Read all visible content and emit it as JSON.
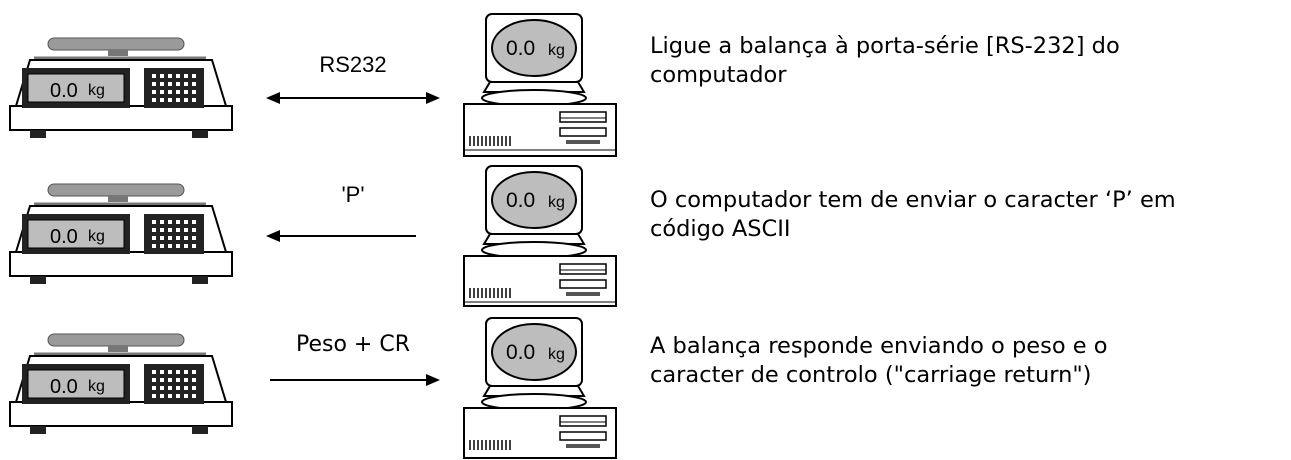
{
  "rows": [
    {
      "scale_display": "0.0",
      "scale_unit": "kg",
      "computer_display": "0.0",
      "computer_unit": "kg",
      "link_label": "RS232",
      "direction": "both",
      "caption_lines": [
        "Ligue a balança à porta-série [RS-232] do",
        "computador"
      ]
    },
    {
      "scale_display": "0.0",
      "scale_unit": "kg",
      "computer_display": "0.0",
      "computer_unit": "kg",
      "link_label": "'P'",
      "direction": "to-scale",
      "caption_lines": [
        "O computador tem de enviar o caracter ‘P’ em",
        "código ASCII"
      ]
    },
    {
      "scale_display": "0.0",
      "scale_unit": "kg",
      "computer_display": "0.0",
      "computer_unit": "kg",
      "link_label": "Peso + CR",
      "direction": "to-computer",
      "caption_lines": [
        "A balança responde enviando o peso e o",
        "caracter de controlo (\"carriage return\")"
      ]
    }
  ]
}
